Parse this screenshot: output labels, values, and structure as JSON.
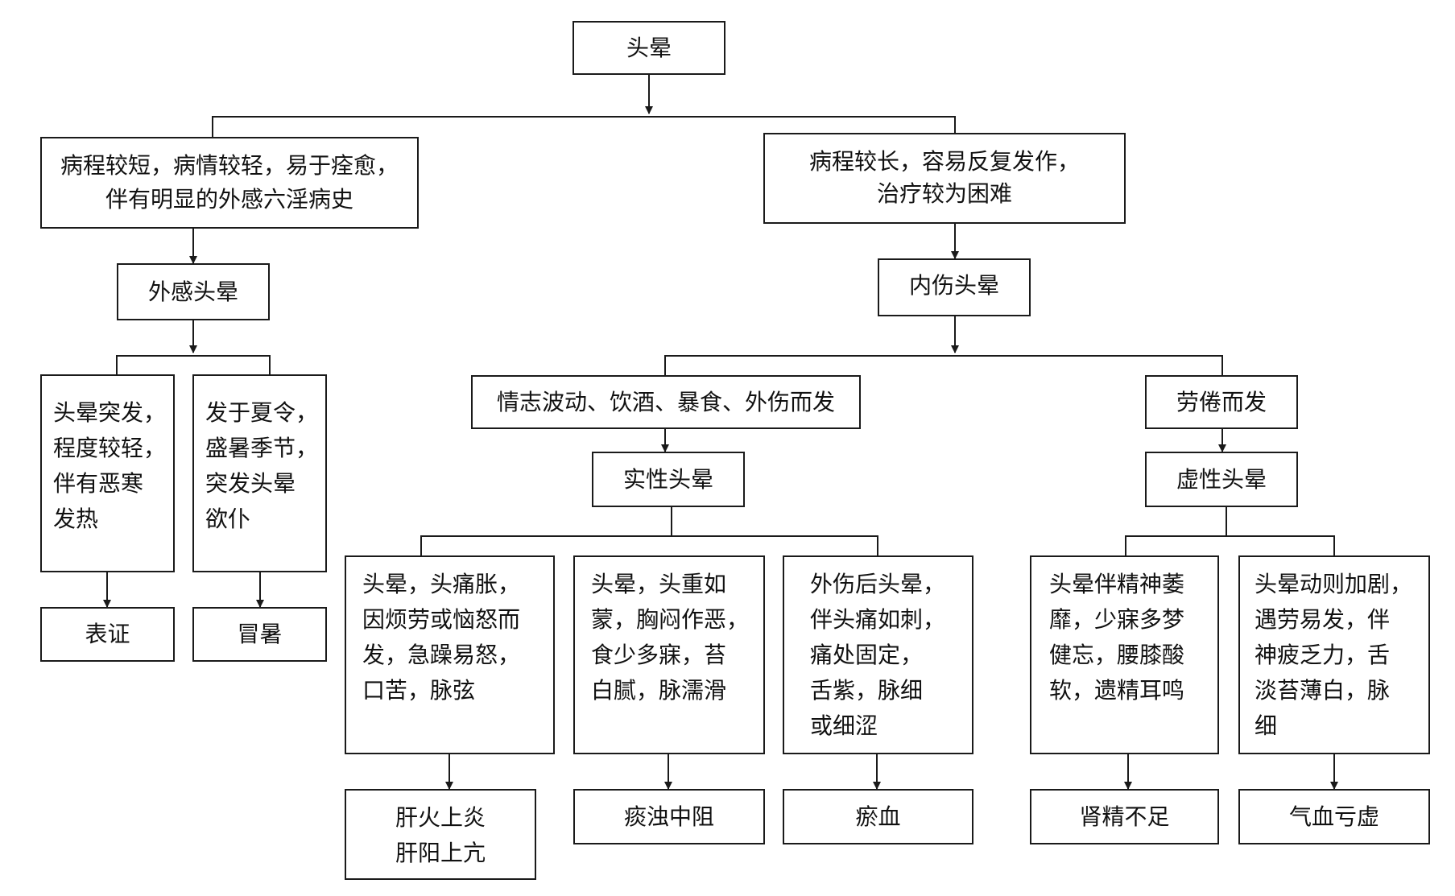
{
  "diagram": {
    "root": "头晕",
    "left": {
      "criteria": [
        "病程较短，病情较轻，易于痊愈，",
        "伴有明显的外感六淫病史"
      ],
      "category": "外感头晕",
      "branches": [
        {
          "symptoms": [
            "头晕突发，",
            "程度较轻，",
            "伴有恶寒",
            "发热"
          ],
          "result": "表证"
        },
        {
          "symptoms": [
            "发于夏令，",
            "盛暑季节，",
            "突发头晕",
            "欲仆"
          ],
          "result": "冒暑"
        }
      ]
    },
    "right": {
      "criteria": [
        "病程较长，容易反复发作，",
        "治疗较为困难"
      ],
      "category": "内伤头晕",
      "excess": {
        "cause": "情志波动、饮酒、暴食、外伤而发",
        "category": "实性头晕",
        "branches": [
          {
            "symptoms": [
              "头晕，头痛胀，",
              "因烦劳或恼怒而",
              "发，急躁易怒，",
              "口苦，脉弦"
            ],
            "result": [
              "肝火上炎",
              "肝阳上亢"
            ]
          },
          {
            "symptoms": [
              "头晕，头重如",
              "蒙，胸闷作恶，",
              "食少多寐，苔",
              "白腻，脉濡滑"
            ],
            "result": [
              "痰浊中阻"
            ]
          },
          {
            "symptoms": [
              "外伤后头晕，",
              "伴头痛如刺，",
              "痛处固定，",
              "舌紫，脉细",
              "或细涩"
            ],
            "result": [
              "瘀血"
            ]
          }
        ]
      },
      "deficiency": {
        "cause": "劳倦而发",
        "category": "虚性头晕",
        "branches": [
          {
            "symptoms": [
              "头晕伴精神萎",
              "靡，少寐多梦",
              "健忘，腰膝酸",
              "软，遗精耳鸣"
            ],
            "result": [
              "肾精不足"
            ]
          },
          {
            "symptoms": [
              "头晕动则加剧，",
              "遇劳易发，伴",
              "神疲乏力，舌",
              "淡苔薄白，脉",
              "细"
            ],
            "result": [
              "气血亏虚"
            ]
          }
        ]
      }
    }
  }
}
